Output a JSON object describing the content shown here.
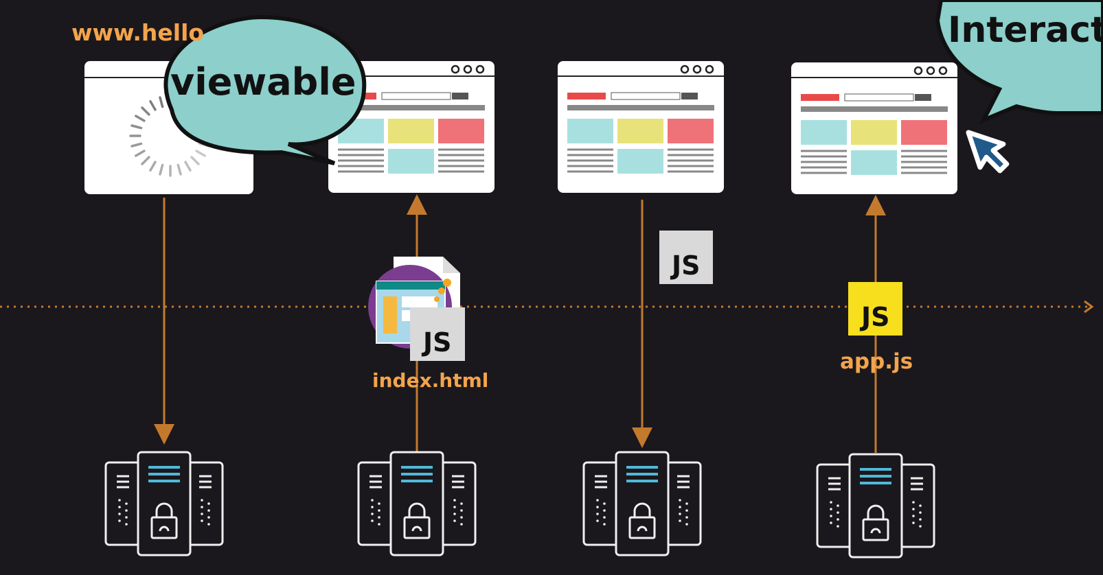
{
  "labels": {
    "url": "www.hello",
    "index_file": "index.html",
    "app_file": "app.js"
  },
  "bubbles": {
    "viewable": "viewable",
    "interactable": "Interacta"
  },
  "js_badges": {
    "index_badge": "JS",
    "middle_badge": "JS",
    "app_badge": "JS"
  },
  "colors": {
    "background": "#1a181d",
    "accent_orange": "#f3a44b",
    "arrow": "#c47a2c",
    "bubble": "#8ccfcb",
    "js_yellow": "#f7df1e",
    "js_gray": "#d9d9d9",
    "cyan_block": "#a8e0e0",
    "yellow_block": "#e8e27a",
    "red_block": "#ef7279",
    "red_bar": "#e84a4a"
  },
  "icons": [
    "browser-window-icon",
    "loading-spinner-icon",
    "server-rack-icon",
    "lock-icon",
    "html-document-icon",
    "mouse-pointer-icon"
  ]
}
